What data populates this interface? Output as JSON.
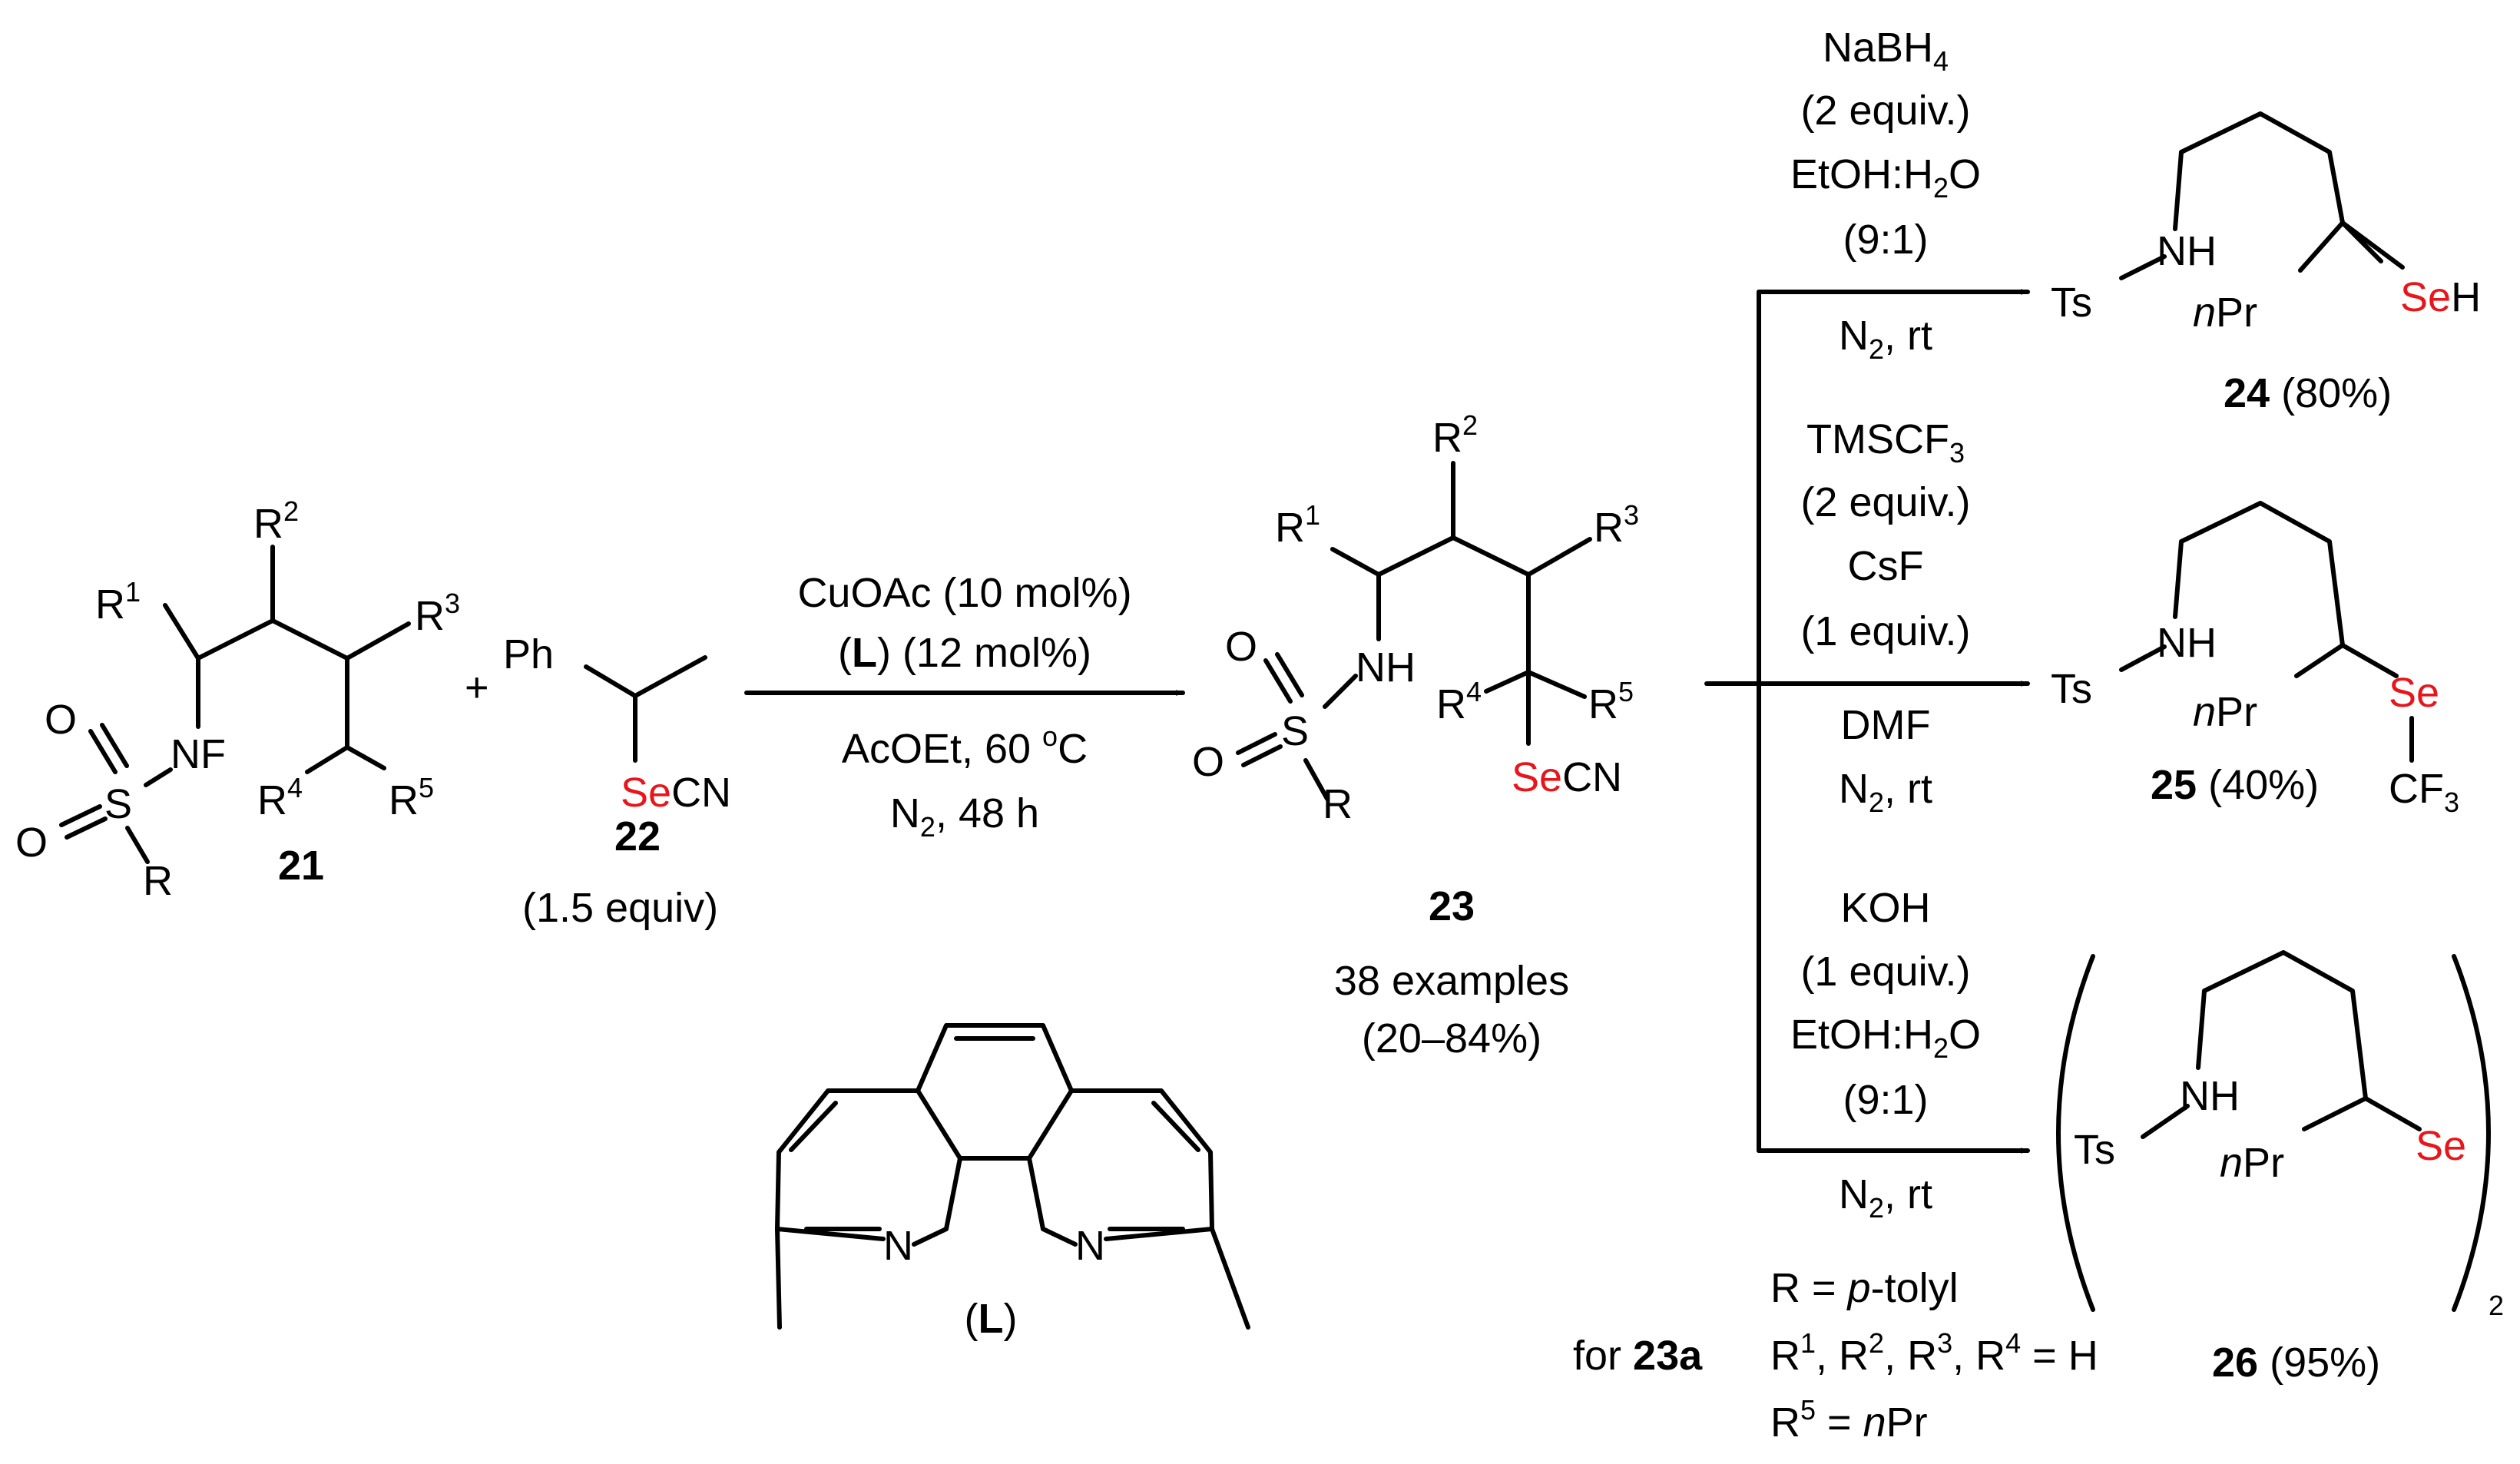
{
  "colors": {
    "selenium": "#e8151b",
    "ink": "#000000",
    "background": "#ffffff"
  },
  "sm21": {
    "label": "21",
    "r1": "R",
    "r1_sup": "1",
    "r2": "R",
    "r2_sup": "2",
    "r3": "R",
    "r3_sup": "3",
    "r4": "R",
    "r4_sup": "4",
    "r5": "R",
    "r5_sup": "5",
    "nf": "NF",
    "o_top": "O",
    "o_left": "O",
    "s": "S",
    "r": "R"
  },
  "plus": "+",
  "sm22": {
    "label": "22",
    "equiv": "(1.5 equiv)",
    "ph": "Ph",
    "se": "Se",
    "cn": "CN"
  },
  "conditions1": {
    "line1": "CuOAc (10 mol%)",
    "line2_open": "(",
    "line2_ligand": "L",
    "line2_rest": ") (12 mol%)",
    "line3": "AcOEt, 60 ",
    "line3_sup": "o",
    "line3_end": "C",
    "line4": "N",
    "line4_sub": "2",
    "line4_end": ", 48 h"
  },
  "p23": {
    "label": "23",
    "examples": "38 examples",
    "yield_range": "(20–84%)",
    "r1": "R",
    "r1_sup": "1",
    "r2": "R",
    "r2_sup": "2",
    "r3": "R",
    "r3_sup": "3",
    "r4": "R",
    "r4_sup": "4",
    "r5": "R",
    "r5_sup": "5",
    "nh": "NH",
    "o_top": "O",
    "o_left": "O",
    "s": "S",
    "r": "R",
    "se": "Se",
    "cn": "CN"
  },
  "ligand": {
    "n_left": "N",
    "n_right": "N",
    "label_open": "(",
    "label": "L",
    "label_close": ")"
  },
  "branch24": {
    "reagent": "NaBH",
    "reagent_sub": "4",
    "equiv": "(2 equiv.)",
    "solvent": "EtOH:H",
    "solvent_sub": "2",
    "solvent_end": "O",
    "ratio": "(9:1)",
    "atm": "N",
    "atm_sub": "2",
    "atm_end": ", rt"
  },
  "branch25": {
    "reagent": "TMSCF",
    "reagent_sub": "3",
    "equiv": "(2 equiv.)",
    "additive": "CsF",
    "additive_equiv": "(1 equiv.)",
    "solvent": "DMF",
    "atm": "N",
    "atm_sub": "2",
    "atm_end": ", rt"
  },
  "branch26": {
    "reagent": "KOH",
    "equiv": "(1 equiv.)",
    "solvent": "EtOH:H",
    "solvent_sub": "2",
    "solvent_end": "O",
    "ratio": "(9:1)",
    "atm": "N",
    "atm_sub": "2",
    "atm_end": ", rt"
  },
  "p24": {
    "ts": "Ts",
    "nh": "NH",
    "n": "n",
    "pr": "Pr",
    "se": "Se",
    "h": "H",
    "label": "24",
    "yield": " (80%)"
  },
  "p25": {
    "ts": "Ts",
    "nh": "NH",
    "n": "n",
    "pr": "Pr",
    "se": "Se",
    "cf": "CF",
    "cf_sub": "3",
    "label": "25",
    "yield": " (40%)"
  },
  "p26": {
    "ts": "Ts",
    "nh": "NH",
    "n": "n",
    "pr": "Pr",
    "se": "Se",
    "dimer_sub": "2",
    "label": "26",
    "yield": " (95%)"
  },
  "footnote": {
    "r_line_a": "R = ",
    "r_line_p": "p",
    "r_line_b": "-tolyl",
    "for_text": "for ",
    "for_label": "23a",
    "r_list_1": "R",
    "r_list_1_sup": "1",
    "r_list_2": ", R",
    "r_list_2_sup": "2",
    "r_list_3": ", R",
    "r_list_3_sup": "3",
    "r_list_4": ", R",
    "r_list_4_sup": "4",
    "r_list_end": " = H",
    "r5_a": "R",
    "r5_sup": "5",
    "r5_b": " = ",
    "r5_n": "n",
    "r5_pr": "Pr"
  }
}
